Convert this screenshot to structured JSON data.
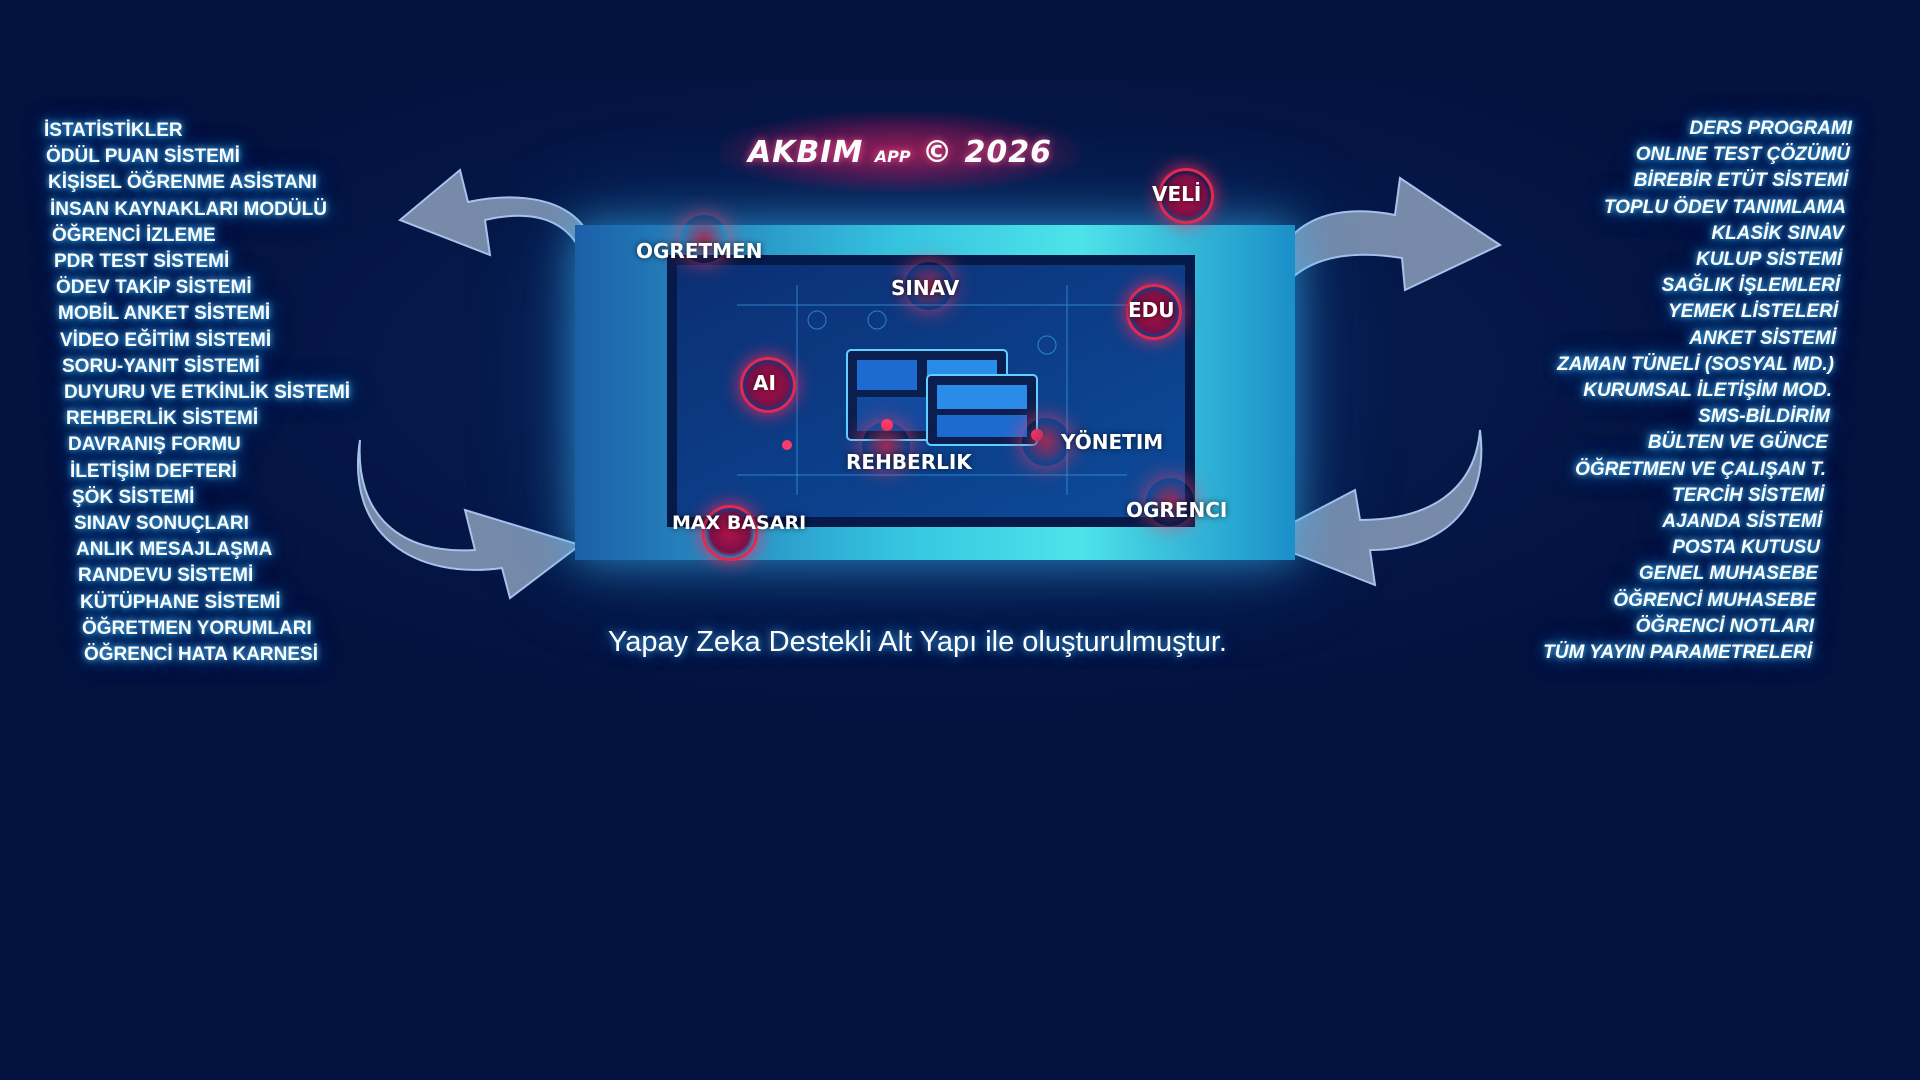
{
  "brand": {
    "title": "AKBIM",
    "app_label": "APP",
    "copyright": "© 2026"
  },
  "tagline": "Yapay Zeka Destekli Alt Yapı ile oluşturulmuştur.",
  "badges": {
    "ogretmen": "OGRETMEN",
    "veli": "VELİ",
    "sinav": "SINAV",
    "edu": "EDU",
    "ai": "AI",
    "yonetim": "YÖNETIM",
    "rehberlik": "REHBERLIK",
    "ogrenci": "OGRENCI",
    "max_basari": "MAX BASARI"
  },
  "left_features": [
    "İSTATİSTİKLER",
    "ÖDÜL PUAN SİSTEMİ",
    "KİŞİSEL ÖĞRENME ASİSTANI",
    "İNSAN KAYNAKLARI MODÜLÜ",
    "ÖĞRENCİ İZLEME",
    "PDR TEST SİSTEMİ",
    "ÖDEV TAKİP SİSTEMİ",
    "MOBİL ANKET SİSTEMİ",
    "VİDEO EĞİTİM SİSTEMİ",
    "SORU-YANIT SİSTEMİ",
    "DUYURU VE ETKİNLİK SİSTEMİ",
    "REHBERLİK SİSTEMİ",
    "DAVRANIŞ FORMU",
    "İLETİŞİM DEFTERİ",
    "ŞÖK SİSTEMİ",
    "SINAV SONUÇLARI",
    "ANLIK MESAJLAŞMA",
    "RANDEVU SİSTEMİ",
    "KÜTÜPHANE SİSTEMİ",
    "ÖĞRETMEN YORUMLARI",
    "ÖĞRENCİ HATA KARNESİ"
  ],
  "right_features": [
    "DERS PROGRAMI",
    "ONLINE TEST ÇÖZÜMÜ",
    "BİREBİR ETÜT SİSTEMİ",
    "TOPLU ÖDEV TANIMLAMA",
    "KLASİK SINAV",
    "KULUP SİSTEMİ",
    "SAĞLIK İŞLEMLERİ",
    "YEMEK LİSTELERİ",
    "ANKET SİSTEMİ",
    "ZAMAN TÜNELİ (SOSYAL MD.)",
    "KURUMSAL İLETİŞİM MOD.",
    "SMS-BİLDİRİM",
    "BÜLTEN VE GÜNCE",
    "ÖĞRETMEN VE ÇALIŞAN T.",
    "TERCİH SİSTEMİ",
    "AJANDA SİSTEMİ",
    "POSTA KUTUSU",
    "GENEL MUHASEBE",
    "ÖĞRENCİ MUHASEBE",
    "ÖĞRENCİ NOTLARI",
    "TÜM YAYIN PARAMETRELERİ"
  ],
  "colors": {
    "background": "#03123f",
    "glow_cyan": "#4ee3ea",
    "badge_red": "#e4284f",
    "text": "#ffffff"
  },
  "icons": {
    "arrows": "curved-arrow-icon",
    "screen": "dashboard-illustration-icon"
  }
}
